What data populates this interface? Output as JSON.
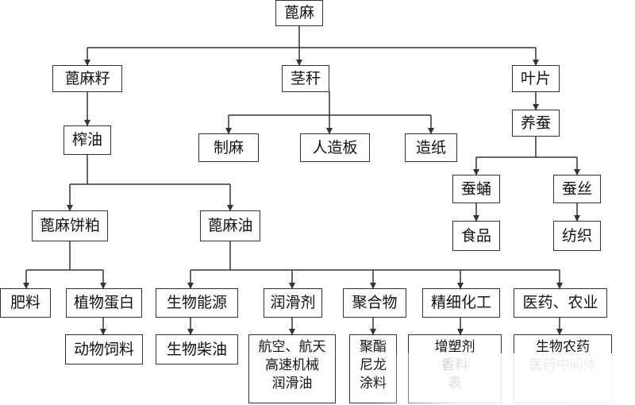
{
  "diagram": {
    "root": "蓖麻",
    "seed": "蓖麻籽",
    "stem": "茎秆",
    "leaf": "叶片",
    "press_oil": "榨油",
    "hemp": "制麻",
    "board": "人造板",
    "paper": "造纸",
    "silkworm": "养蚕",
    "pupa": "蚕蛹",
    "silk": "蚕丝",
    "food": "食品",
    "textile": "纺织",
    "cake": "蓖麻饼粕",
    "castor_oil": "蓖麻油",
    "fertilizer": "肥料",
    "plant_protein": "植物蛋白",
    "animal_feed": "动物饲料",
    "bioenergy": "生物能源",
    "biodiesel": "生物柴油",
    "lubricant": "润滑剂",
    "lubricant_uses": "航空、航天\n高速机械\n润滑油",
    "polymer": "聚合物",
    "polymer_uses": "聚酯\n尼龙\n涂料",
    "fine_chem": "精细化工",
    "fine_chem_uses": "增塑剂\n香料\n表",
    "medicine": "医药、农业",
    "medicine_uses": "生物农药\n医药中间体"
  },
  "colors": {
    "line": "#333333",
    "border": "#333333",
    "text": "#111111"
  }
}
